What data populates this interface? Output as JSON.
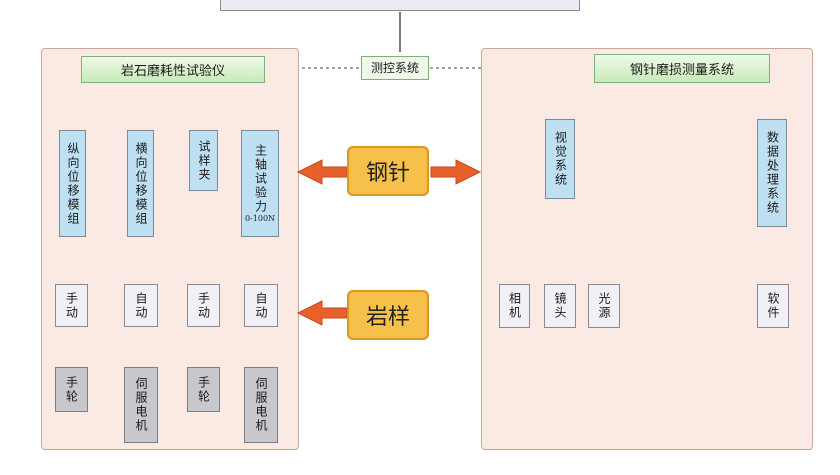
{
  "top_box": {
    "label": ""
  },
  "center": {
    "label": "测控系统"
  },
  "left_system": {
    "title": "岩石磨耗性试验仪",
    "modules": [
      {
        "label": "纵向位移模组",
        "mode": "手动",
        "drive": "手轮"
      },
      {
        "label": "横向位移模组",
        "mode": "自动",
        "drive": "伺服电机"
      },
      {
        "label": "试样夹",
        "mode": "手动",
        "drive": "手轮"
      },
      {
        "label": "主轴试验力",
        "range": "0-100N",
        "mode": "自动",
        "drive": "伺服电机"
      }
    ]
  },
  "right_system": {
    "title": "钢针磨损测量系统",
    "vision": {
      "label": "视觉系统",
      "children": [
        "相机",
        "镜头",
        "光源"
      ]
    },
    "data": {
      "label": "数据处理系统",
      "child": "软件"
    }
  },
  "callouts": {
    "needle": "钢针",
    "rock": "岩样"
  },
  "colors": {
    "panel": "#fbe9e3",
    "green_box": "#c9eab9",
    "blue_box": "#bfe0f2",
    "gray_box": "#c7c7cc",
    "callout": "#f6c04a",
    "arrow": "#e8612c"
  }
}
